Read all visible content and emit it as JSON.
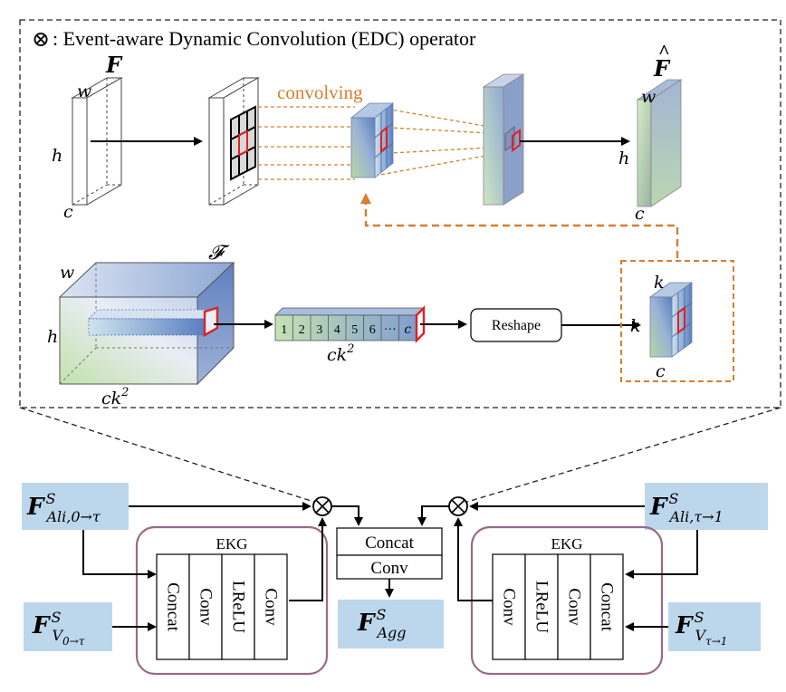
{
  "edc_panel": {
    "legend_symbol": "⊗",
    "legend_text": ": Event-aware Dynamic Convolution (EDC) operator",
    "input_feature": {
      "name": "F",
      "w": "w",
      "h": "h",
      "c": "c"
    },
    "convolving_label": "convolving",
    "output_feature": {
      "name": "F",
      "hat": "^",
      "w": "w",
      "h": "h",
      "c": "c"
    },
    "event_feature": {
      "name": "𝓕",
      "w": "w",
      "h": "h",
      "depth": "ck",
      "depth_sup": "2"
    },
    "vector_cells": [
      "1",
      "2",
      "3",
      "4",
      "5",
      "6",
      "···",
      "c"
    ],
    "vector_label": "ck",
    "vector_label_sup": "2",
    "reshape_label": "Reshape",
    "kernel": {
      "k_top": "k",
      "k_side": "k",
      "c": "c"
    }
  },
  "bottom_panel": {
    "left_top_input": {
      "base": "F",
      "sup": "S",
      "sub": "Ali,0→τ"
    },
    "left_bottom_input": {
      "base": "F",
      "sup": "S",
      "sub": "V",
      "subsub": "0→τ"
    },
    "right_top_input": {
      "base": "F",
      "sup": "S",
      "sub": "Ali,τ→1"
    },
    "right_bottom_input": {
      "base": "F",
      "sup": "S",
      "sub": "V",
      "subsub": "τ→1"
    },
    "left_ekg": {
      "title": "EKG",
      "layers": [
        "Concat",
        "Conv",
        "LReLU",
        "Conv"
      ]
    },
    "right_ekg": {
      "title": "EKG",
      "layers": [
        "Conv",
        "LReLU",
        "Conv",
        "Concat"
      ]
    },
    "center_block": {
      "top": "Concat",
      "bottom": "Conv"
    },
    "output": {
      "base": "F",
      "sup": "S",
      "sub": "Agg"
    },
    "op_symbol": "⊗"
  }
}
